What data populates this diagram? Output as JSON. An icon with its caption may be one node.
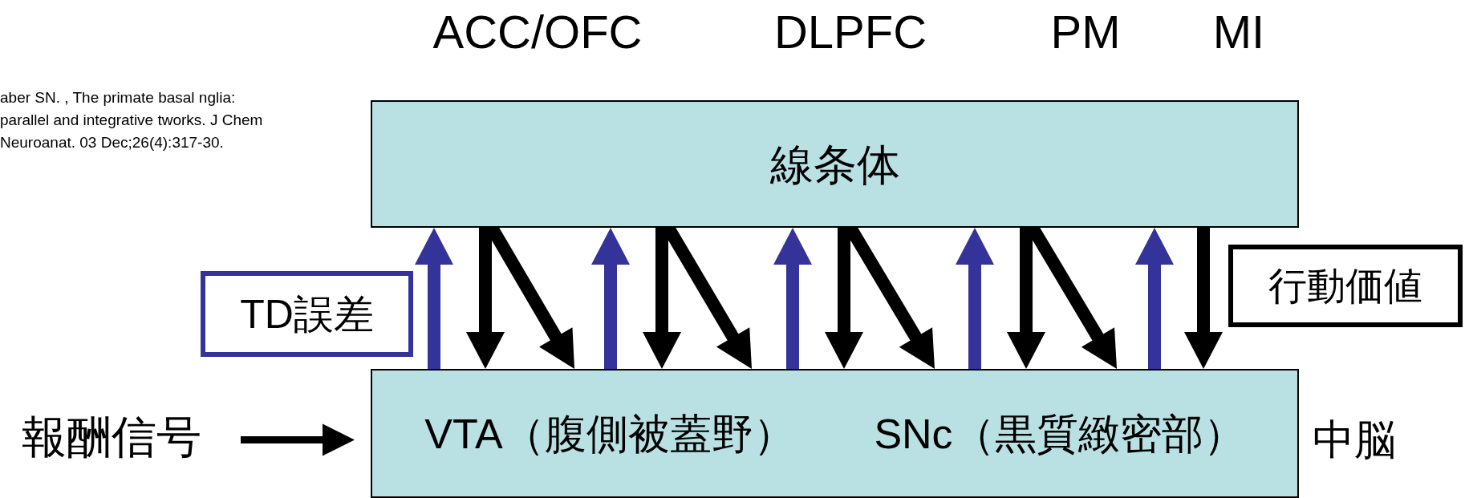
{
  "diagram": {
    "nodes": [
      {
        "text": [
          "線条体"
        ]
      },
      {
        "text": [
          "VTA（腹側被蓋野）",
          "SNc（黒質緻密部）"
        ]
      },
      {
        "text": [
          "TD誤差"
        ]
      },
      {
        "text": [
          "行動価値"
        ]
      },
      {
        "text": [
          "報酬信号"
        ]
      }
    ],
    "edges": [
      {
        "from": 4,
        "to": 1,
        "arrow": "to"
      },
      {
        "from": 1,
        "to": 0,
        "arrow": "to",
        "color": "#333399"
      },
      {
        "from": 0,
        "to": 1,
        "arrow": "to"
      },
      {
        "from": 0,
        "to": 1,
        "arrow": "to"
      },
      {
        "from": 1,
        "to": 0,
        "arrow": "to",
        "color": "#333399"
      },
      {
        "from": 0,
        "to": 1,
        "arrow": "to"
      },
      {
        "from": 0,
        "to": 1,
        "arrow": "to"
      },
      {
        "from": 1,
        "to": 0,
        "arrow": "to",
        "color": "#333399"
      },
      {
        "from": 0,
        "to": 1,
        "arrow": "to"
      },
      {
        "from": 0,
        "to": 1,
        "arrow": "to"
      },
      {
        "from": 1,
        "to": 0,
        "arrow": "to",
        "color": "#333399"
      },
      {
        "from": 0,
        "to": 1,
        "arrow": "to"
      },
      {
        "from": 0,
        "to": 1,
        "arrow": "to"
      },
      {
        "from": 1,
        "to": 0,
        "arrow": "to",
        "color": "#333399"
      },
      {
        "from": 0,
        "to": 1,
        "arrow": "to"
      }
    ],
    "labels": [
      "ACC/OFC",
      "DLPFC",
      "PM",
      "MI",
      "aber SN. , The primate basal nglia: parallel and integrative tworks. J Chem Neuroanat. 03 Dec;26(4):317-30.",
      "中脳"
    ]
  }
}
